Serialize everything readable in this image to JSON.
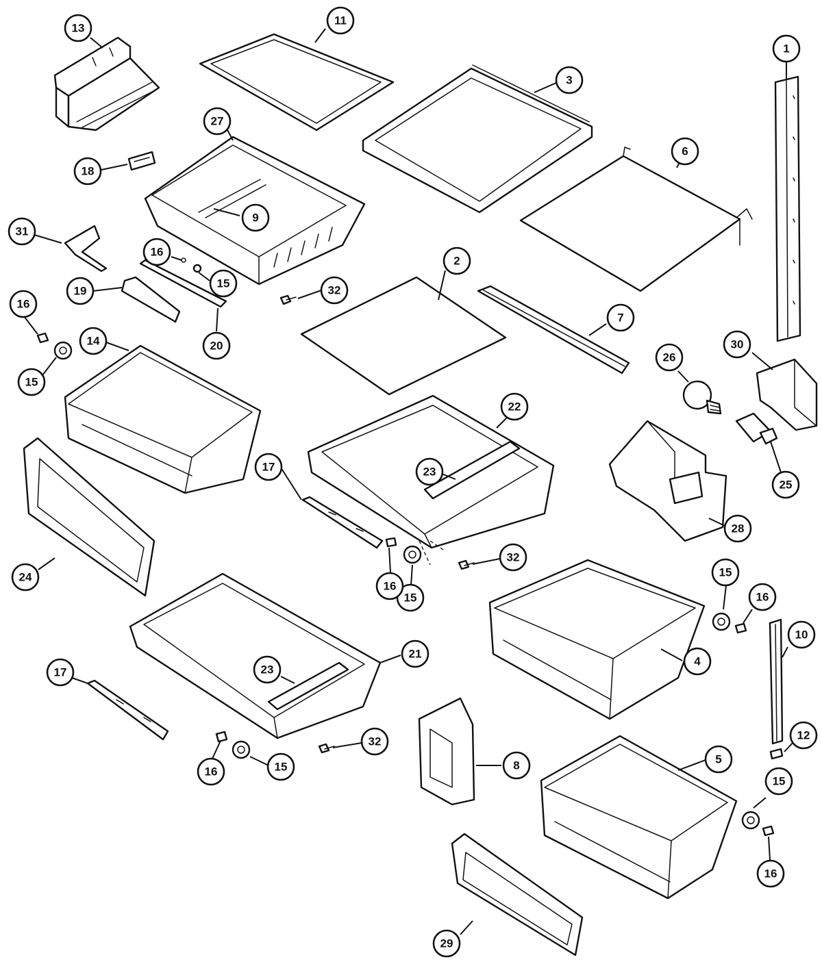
{
  "callouts": [
    {
      "id": "c1",
      "label": "1"
    },
    {
      "id": "c2",
      "label": "2"
    },
    {
      "id": "c3",
      "label": "3"
    },
    {
      "id": "c4",
      "label": "4"
    },
    {
      "id": "c5",
      "label": "5"
    },
    {
      "id": "c6",
      "label": "6"
    },
    {
      "id": "c7",
      "label": "7"
    },
    {
      "id": "c8",
      "label": "8"
    },
    {
      "id": "c9",
      "label": "9"
    },
    {
      "id": "c10",
      "label": "10"
    },
    {
      "id": "c11",
      "label": "11"
    },
    {
      "id": "c12",
      "label": "12"
    },
    {
      "id": "c13",
      "label": "13"
    },
    {
      "id": "c14",
      "label": "14"
    },
    {
      "id": "c15a",
      "label": "15"
    },
    {
      "id": "c15b",
      "label": "15"
    },
    {
      "id": "c15c",
      "label": "15"
    },
    {
      "id": "c15d",
      "label": "15"
    },
    {
      "id": "c15e",
      "label": "15"
    },
    {
      "id": "c15f",
      "label": "15"
    },
    {
      "id": "c16a",
      "label": "16"
    },
    {
      "id": "c16b",
      "label": "16"
    },
    {
      "id": "c16c",
      "label": "16"
    },
    {
      "id": "c16d",
      "label": "16"
    },
    {
      "id": "c16e",
      "label": "16"
    },
    {
      "id": "c16f",
      "label": "16"
    },
    {
      "id": "c17a",
      "label": "17"
    },
    {
      "id": "c17b",
      "label": "17"
    },
    {
      "id": "c18",
      "label": "18"
    },
    {
      "id": "c19",
      "label": "19"
    },
    {
      "id": "c20",
      "label": "20"
    },
    {
      "id": "c21",
      "label": "21"
    },
    {
      "id": "c22",
      "label": "22"
    },
    {
      "id": "c23a",
      "label": "23"
    },
    {
      "id": "c23b",
      "label": "23"
    },
    {
      "id": "c24",
      "label": "24"
    },
    {
      "id": "c25",
      "label": "25"
    },
    {
      "id": "c26",
      "label": "26"
    },
    {
      "id": "c27",
      "label": "27"
    },
    {
      "id": "c28",
      "label": "28"
    },
    {
      "id": "c29",
      "label": "29"
    },
    {
      "id": "c30",
      "label": "30"
    },
    {
      "id": "c31",
      "label": "31"
    },
    {
      "id": "c32a",
      "label": "32"
    },
    {
      "id": "c32b",
      "label": "32"
    },
    {
      "id": "c32c",
      "label": "32"
    }
  ]
}
